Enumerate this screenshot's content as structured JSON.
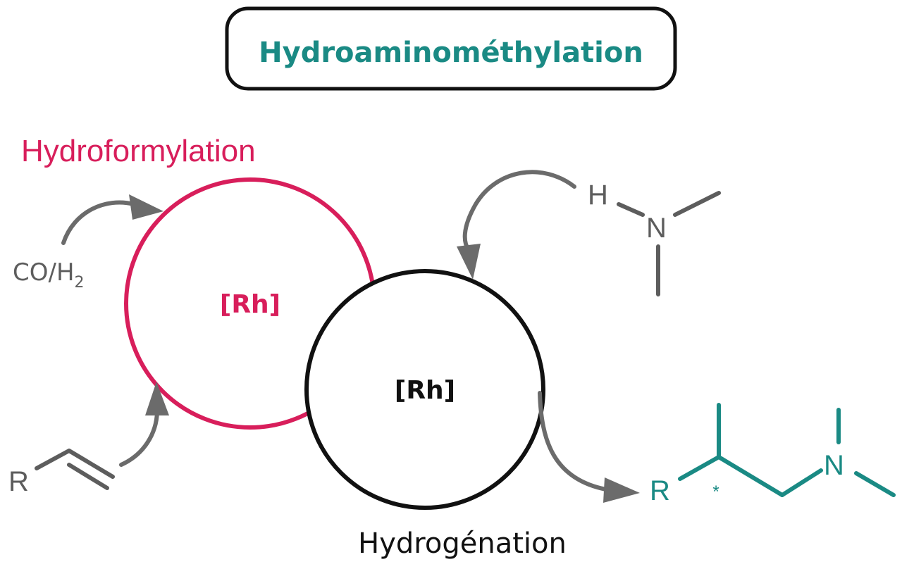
{
  "title": "Hydroaminométhylation",
  "cycle_1": {
    "label": "Hydroformylation",
    "catalyst": "[Rh]"
  },
  "cycle_2": {
    "label": "Hydrogénation",
    "catalyst": "[Rh]"
  },
  "reagents": {
    "gas_main": "CO/H",
    "gas_subscript": "2",
    "alkene_r": "R",
    "amine_h": "H",
    "amine_n": "N"
  },
  "product": {
    "r": "R",
    "n": "N",
    "stereo_mark": "*"
  },
  "colors": {
    "teal": "#1a8a84",
    "crimson": "#d81e5b",
    "black": "#111111",
    "gray": "#5d5d5d",
    "arrow_gray": "#6b6b6b"
  }
}
